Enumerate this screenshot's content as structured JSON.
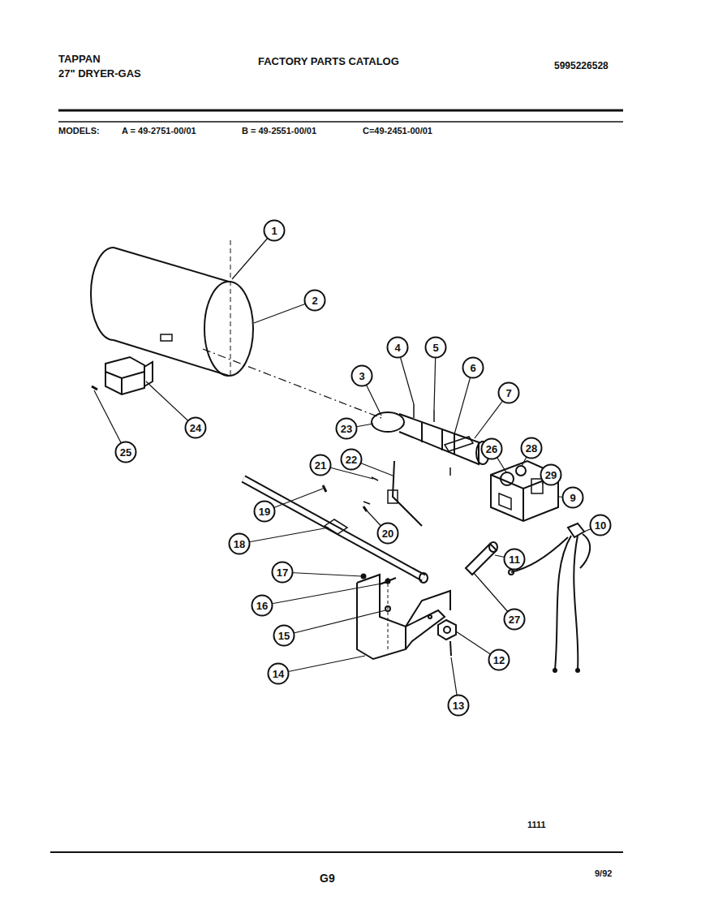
{
  "diagram": {
    "nodes": [
      {
        "text": [
          "1"
        ]
      },
      {
        "text": [
          "2"
        ]
      },
      {
        "text": [
          "4"
        ]
      },
      {
        "text": [
          "5"
        ]
      },
      {
        "text": [
          "6"
        ]
      },
      {
        "text": [
          "3"
        ]
      },
      {
        "text": [
          "7"
        ]
      },
      {
        "text": [
          "24"
        ]
      },
      {
        "text": [
          "23"
        ]
      },
      {
        "text": [
          "28"
        ]
      },
      {
        "text": [
          "26"
        ]
      },
      {
        "text": [
          "25"
        ]
      },
      {
        "text": [
          "22"
        ]
      },
      {
        "text": [
          "21"
        ]
      },
      {
        "text": [
          "29"
        ]
      },
      {
        "text": [
          "9"
        ]
      },
      {
        "text": [
          "19"
        ]
      },
      {
        "text": [
          "10"
        ]
      },
      {
        "text": [
          "20"
        ]
      },
      {
        "text": [
          "18"
        ]
      },
      {
        "text": [
          "11"
        ]
      },
      {
        "text": [
          "17"
        ]
      },
      {
        "text": [
          "16"
        ]
      },
      {
        "text": [
          "27"
        ]
      },
      {
        "text": [
          "15"
        ]
      },
      {
        "text": [
          "12"
        ]
      },
      {
        "text": [
          "14"
        ]
      },
      {
        "text": [
          "13"
        ]
      }
    ],
    "labels": [
      "TAPPAN",
      "27\" DRYER-GAS",
      "FACTORY PARTS CATALOG",
      "5995226528",
      "MODELS:",
      "A = 49-2751-00/01",
      "B = 49-2551-00/01",
      "C=49-2451-00/01",
      "1111",
      "G9",
      "9/92"
    ]
  }
}
